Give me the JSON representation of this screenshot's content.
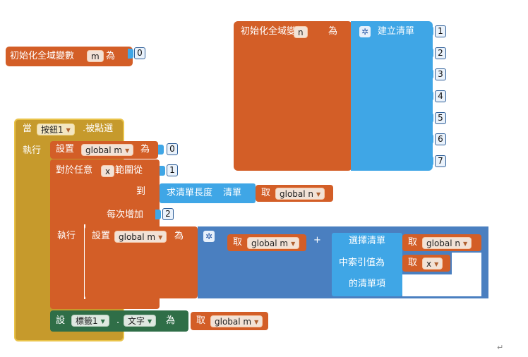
{
  "global_m": {
    "init_label": "初始化全域變數",
    "var_name": "m",
    "as_label": "為",
    "value": "0"
  },
  "global_n": {
    "init_label": "初始化全域變數",
    "var_name": "n",
    "as_label": "為",
    "make_list_label": "建立清單",
    "items": [
      "1",
      "2",
      "3",
      "4",
      "5",
      "6",
      "7"
    ]
  },
  "event": {
    "when_label": "當",
    "component": "按鈕1",
    "event_label": ".被點選",
    "do_label": "執行"
  },
  "set_m": {
    "set_label": "設置",
    "var": "global m",
    "as_label": "為",
    "value": "0"
  },
  "for_range": {
    "label": "對於任意",
    "var": "x",
    "range_label": "範圍從",
    "from": "1",
    "to_label": "到",
    "length_label": "求清單長度",
    "list_label": "清單",
    "get_label": "取",
    "get_var": "global n",
    "step_label": "每次增加",
    "step": "2",
    "do_label": "執行"
  },
  "inner_set": {
    "set_label": "設置",
    "var": "global m",
    "as_label": "為",
    "get_label": "取",
    "get_var_m": "global m",
    "plus": "+",
    "select_label": "選擇清單",
    "get_var_n": "global n",
    "index_label": "中索引值為",
    "index_get": "取",
    "index_var": "x",
    "item_label": "的清單項"
  },
  "set_label1": {
    "set_label": "設",
    "component": "標籤1",
    "dot": ".",
    "prop": "文字",
    "as_label": "為",
    "get_label": "取",
    "get_var": "global m"
  },
  "corner_mark": "↵"
}
